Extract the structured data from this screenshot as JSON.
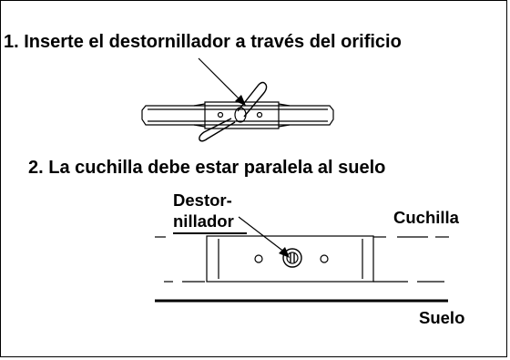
{
  "step1": {
    "text": "1. Inserte el destornillador a través del orificio"
  },
  "step2": {
    "text": "2. La cuchilla debe estar paralela al suelo"
  },
  "labels": {
    "destornillador_line1": "Destor-",
    "destornillador_line2": "nillador",
    "cuchilla": "Cuchilla",
    "suelo": "Suelo"
  },
  "colors": {
    "ink": "#000000",
    "background": "#ffffff"
  }
}
